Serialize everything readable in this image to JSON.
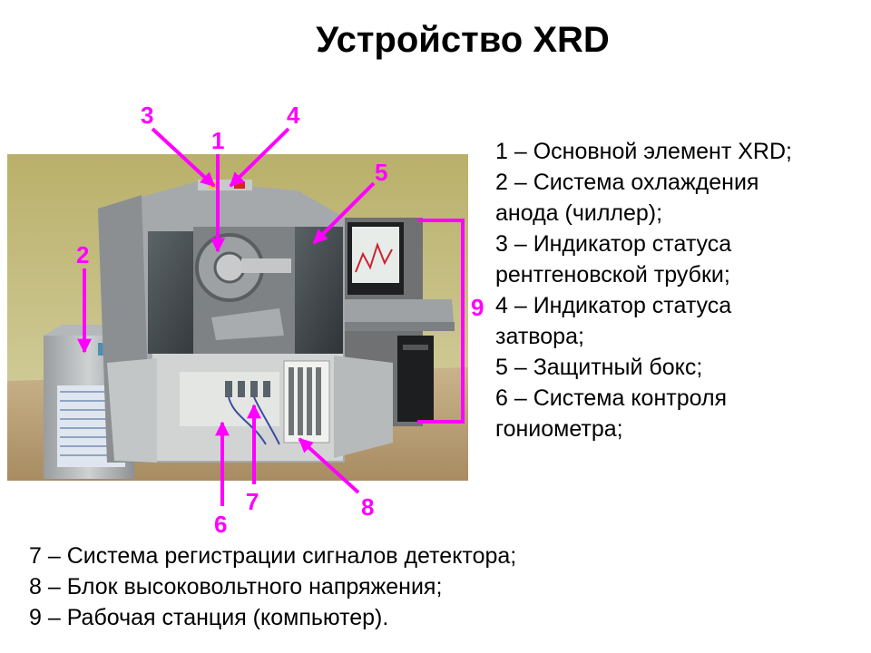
{
  "title": "Устройство XRD",
  "legend_right": [
    "1 – Основной элемент XRD;",
    "2 – Система охлаждения",
    "анода (чиллер);",
    "3 – Индикатор статуса",
    "рентгеновской трубки;",
    "4 – Индикатор статуса",
    "затвора;",
    "5 – Защитный бокс;",
    "6 – Система контроля",
    "гониометра;"
  ],
  "legend_bottom": [
    "7 – Система регистрации сигналов детектора;",
    "8 – Блок высоковольтного напряжения;",
    "9 – Рабочая станция (компьютер)."
  ],
  "callouts": {
    "c1": "1",
    "c2": "2",
    "c3": "3",
    "c4": "4",
    "c5": "5",
    "c6": "6",
    "c7": "7",
    "c8": "8",
    "c9": "9"
  },
  "colors": {
    "callout": "#ff00ff"
  }
}
